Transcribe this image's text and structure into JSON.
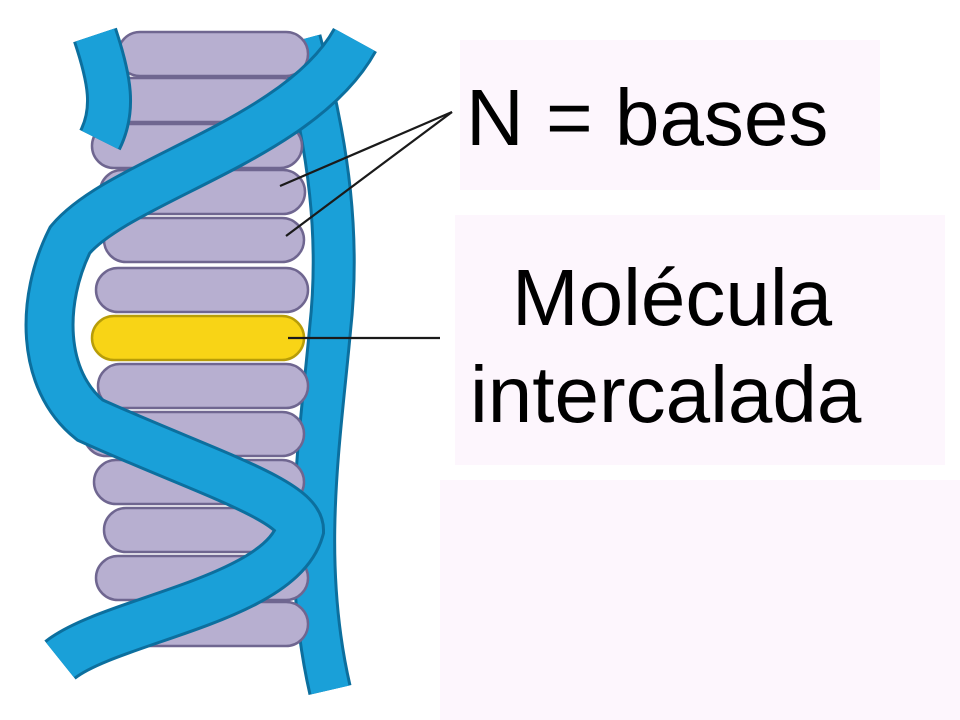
{
  "labels": {
    "bases": "N = bases",
    "intercalated_line1": "Molécula",
    "intercalated_line2": "intercalada"
  },
  "colors": {
    "strand": "#1aa0d8",
    "base": "#b7afd0",
    "intercalated": "#f8d416"
  }
}
